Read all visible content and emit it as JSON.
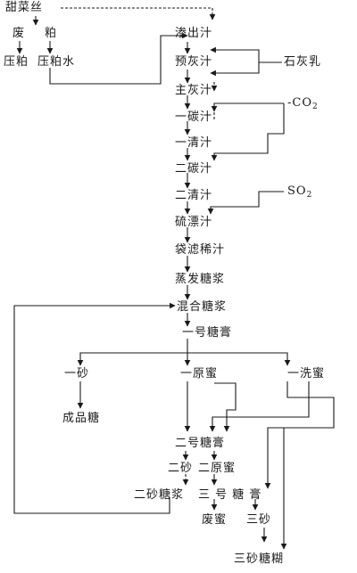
{
  "nodes": {
    "tiancaisi": "甜菜丝",
    "fei": "废",
    "po": "粕",
    "yapo": "压粕",
    "yaposhui": "压粕水",
    "shenchuzhi": "渗出汁",
    "yuhuizhi": "预灰汁",
    "shihuiru": "石灰乳",
    "zhuhuizhi": "主灰汁",
    "co2_base": "CO",
    "co2_sub": "2",
    "yitanzhi": "一碳汁",
    "yiqingzhi": "一清汁",
    "ertanzhi": "二碳汁",
    "erqingzhi": "二清汁",
    "so2_base": "SO",
    "so2_sub": "2",
    "liupiaozhi": "硫漂汁",
    "dailvxizhi": "袋滤稀汁",
    "zhengfatangjiang": "蒸发糖浆",
    "hunhetangjiang": "混合糖浆",
    "yihaotanggao": "一号糖膏",
    "yisha": "一砂",
    "yuanmi": "一原蜜",
    "ximi": "一洗蜜",
    "chengpintang": "成品糖",
    "erhaotanggao": "二号糖膏",
    "ersha": "二砂",
    "eryuanmi": "二原蜜",
    "ershatangjiang": "二砂糖浆",
    "sanhaotanggao": "三 号 糖 膏",
    "feimi": "废蜜",
    "sansha": "三砂",
    "sanshatanghu": "三砂糖糊"
  }
}
